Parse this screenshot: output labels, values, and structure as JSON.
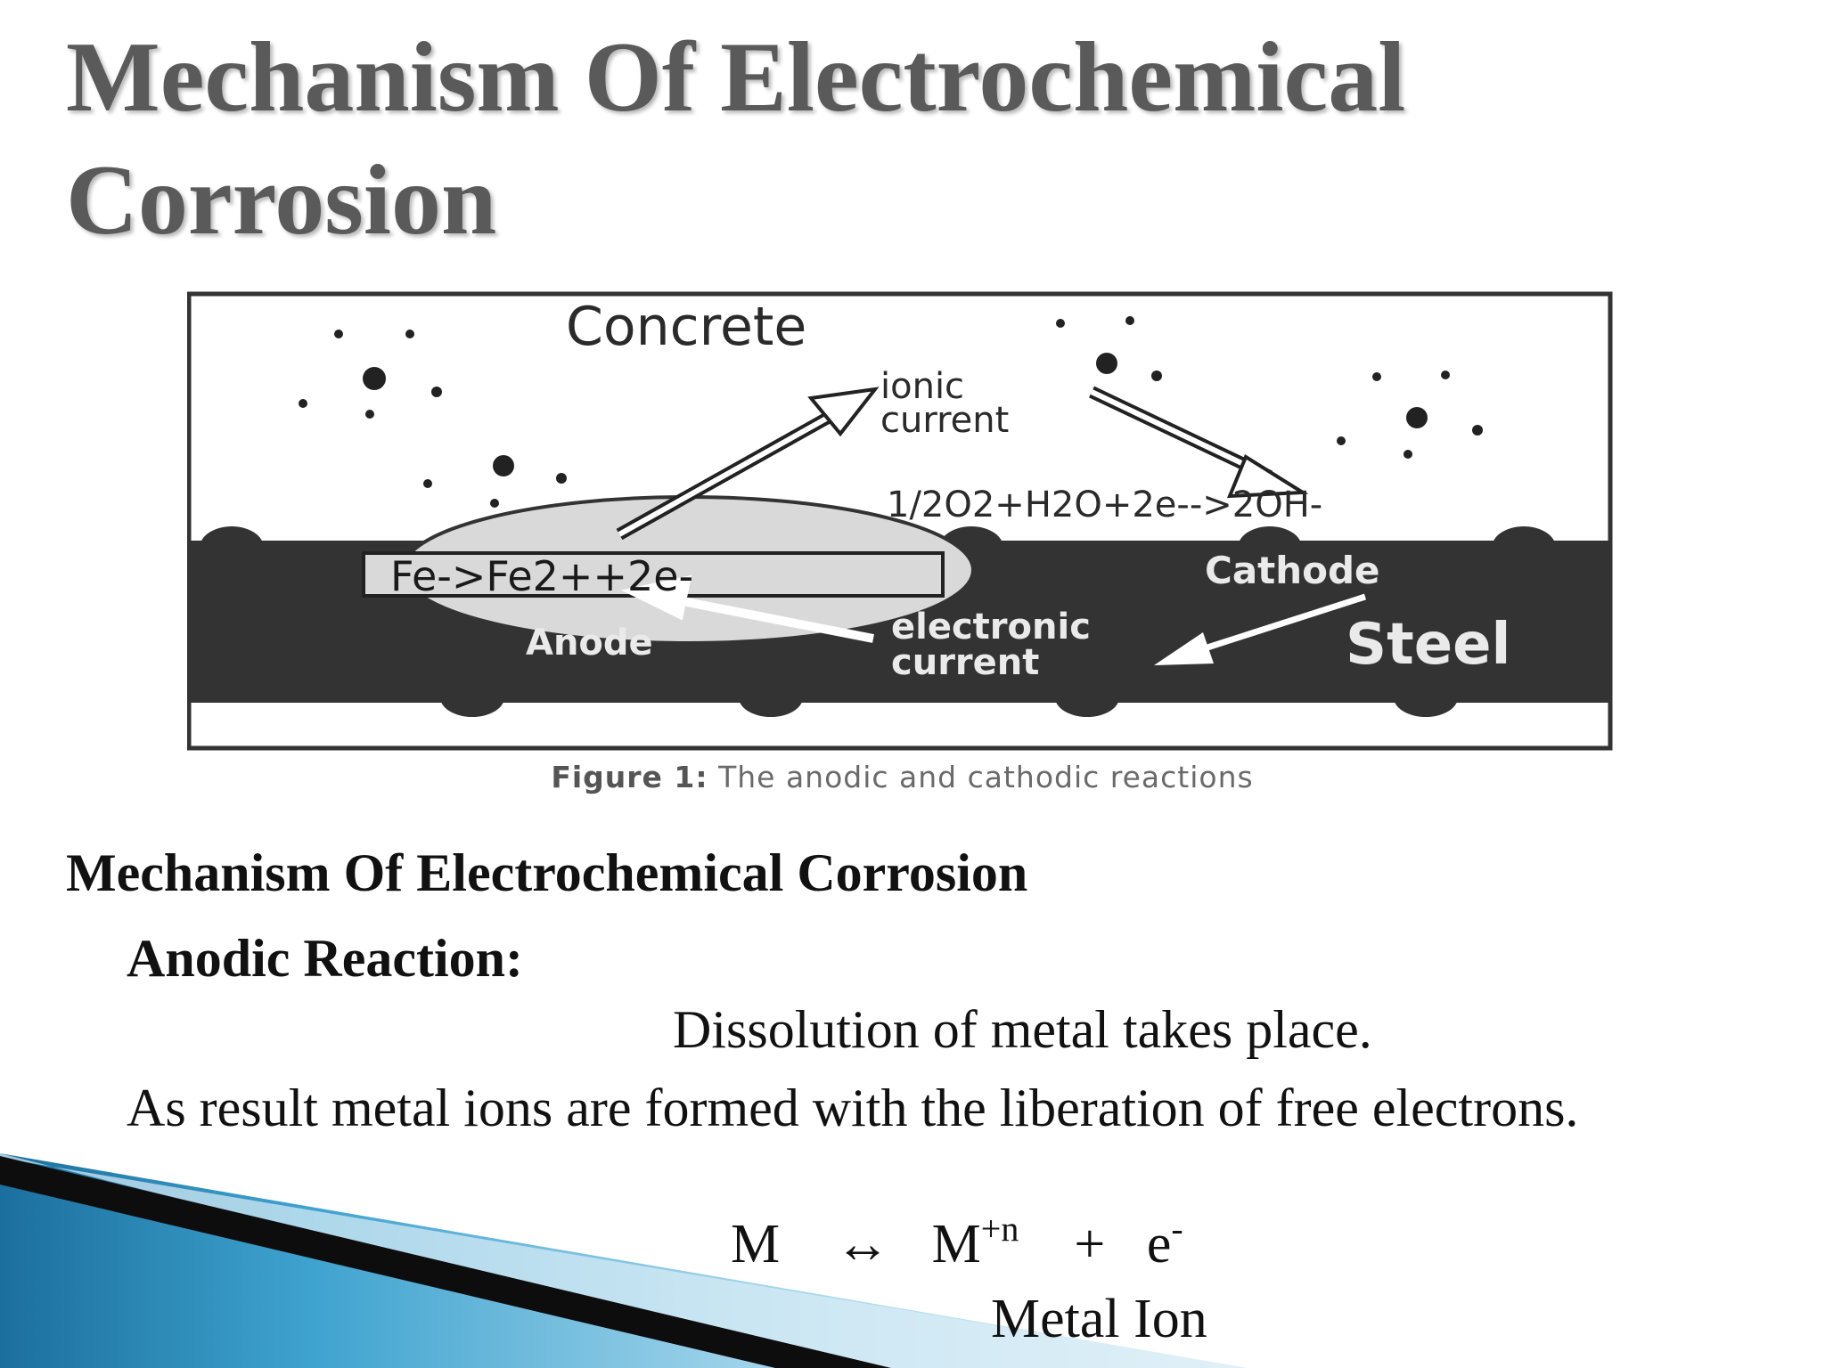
{
  "title": {
    "line1": "Mechanism Of Electrochemical",
    "line2": "Corrosion"
  },
  "figure": {
    "concrete_label": "Concrete",
    "ionic_label_1": "ionic",
    "ionic_label_2": "current",
    "cathodic_reaction": "1/2O2+H2O+2e-->2OH-",
    "anodic_reaction": "Fe->Fe2++2e-",
    "cathode_label": "Cathode",
    "anode_label": "Anode",
    "electronic_label_1": "electronic",
    "electronic_label_2": "current",
    "steel_label": "Steel",
    "caption_prefix": "Figure 1:",
    "caption_text": "The anodic and cathodic reactions"
  },
  "body": {
    "section_heading": "Mechanism Of Electrochemical Corrosion",
    "subheading": "Anodic Reaction:",
    "line1": "Dissolution of metal takes place.",
    "paragraph": "As result metal ions are formed with the liberation of free electrons.",
    "equation": {
      "left": "M",
      "arrow": "↔",
      "ion": "M",
      "ion_charge": "+n",
      "plus": "+",
      "electron": "e",
      "electron_charge": "-"
    },
    "equation_caption": "Metal Ion"
  },
  "colors": {
    "title": "#5a5a5a",
    "steel": "#333333",
    "accent_blue": "#2f8fbf",
    "light_blue": "#bfe3f2"
  }
}
